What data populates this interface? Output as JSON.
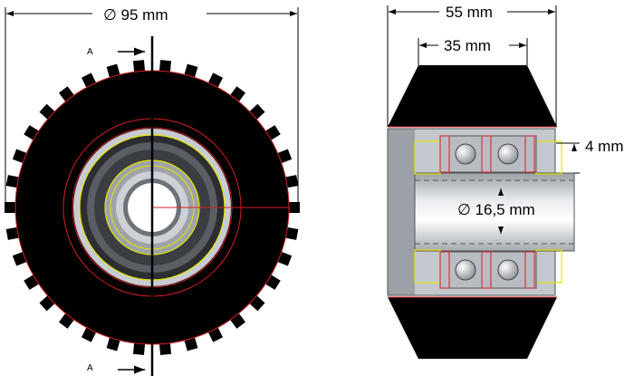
{
  "dimensions": {
    "outer_diameter": "∅ 95 mm",
    "overall_width": "55 mm",
    "inner_width": "35 mm",
    "offset": "4 mm",
    "bore_diameter": "∅ 16,5 mm"
  },
  "section_labels": {
    "top": "A",
    "bottom": "A"
  },
  "colors": {
    "rubber": "#000000",
    "outline": "#d62020",
    "bearing_edge": "#e6e600",
    "hub": "#c8ccd2",
    "race": "#50545a",
    "background": "#ffffff"
  }
}
